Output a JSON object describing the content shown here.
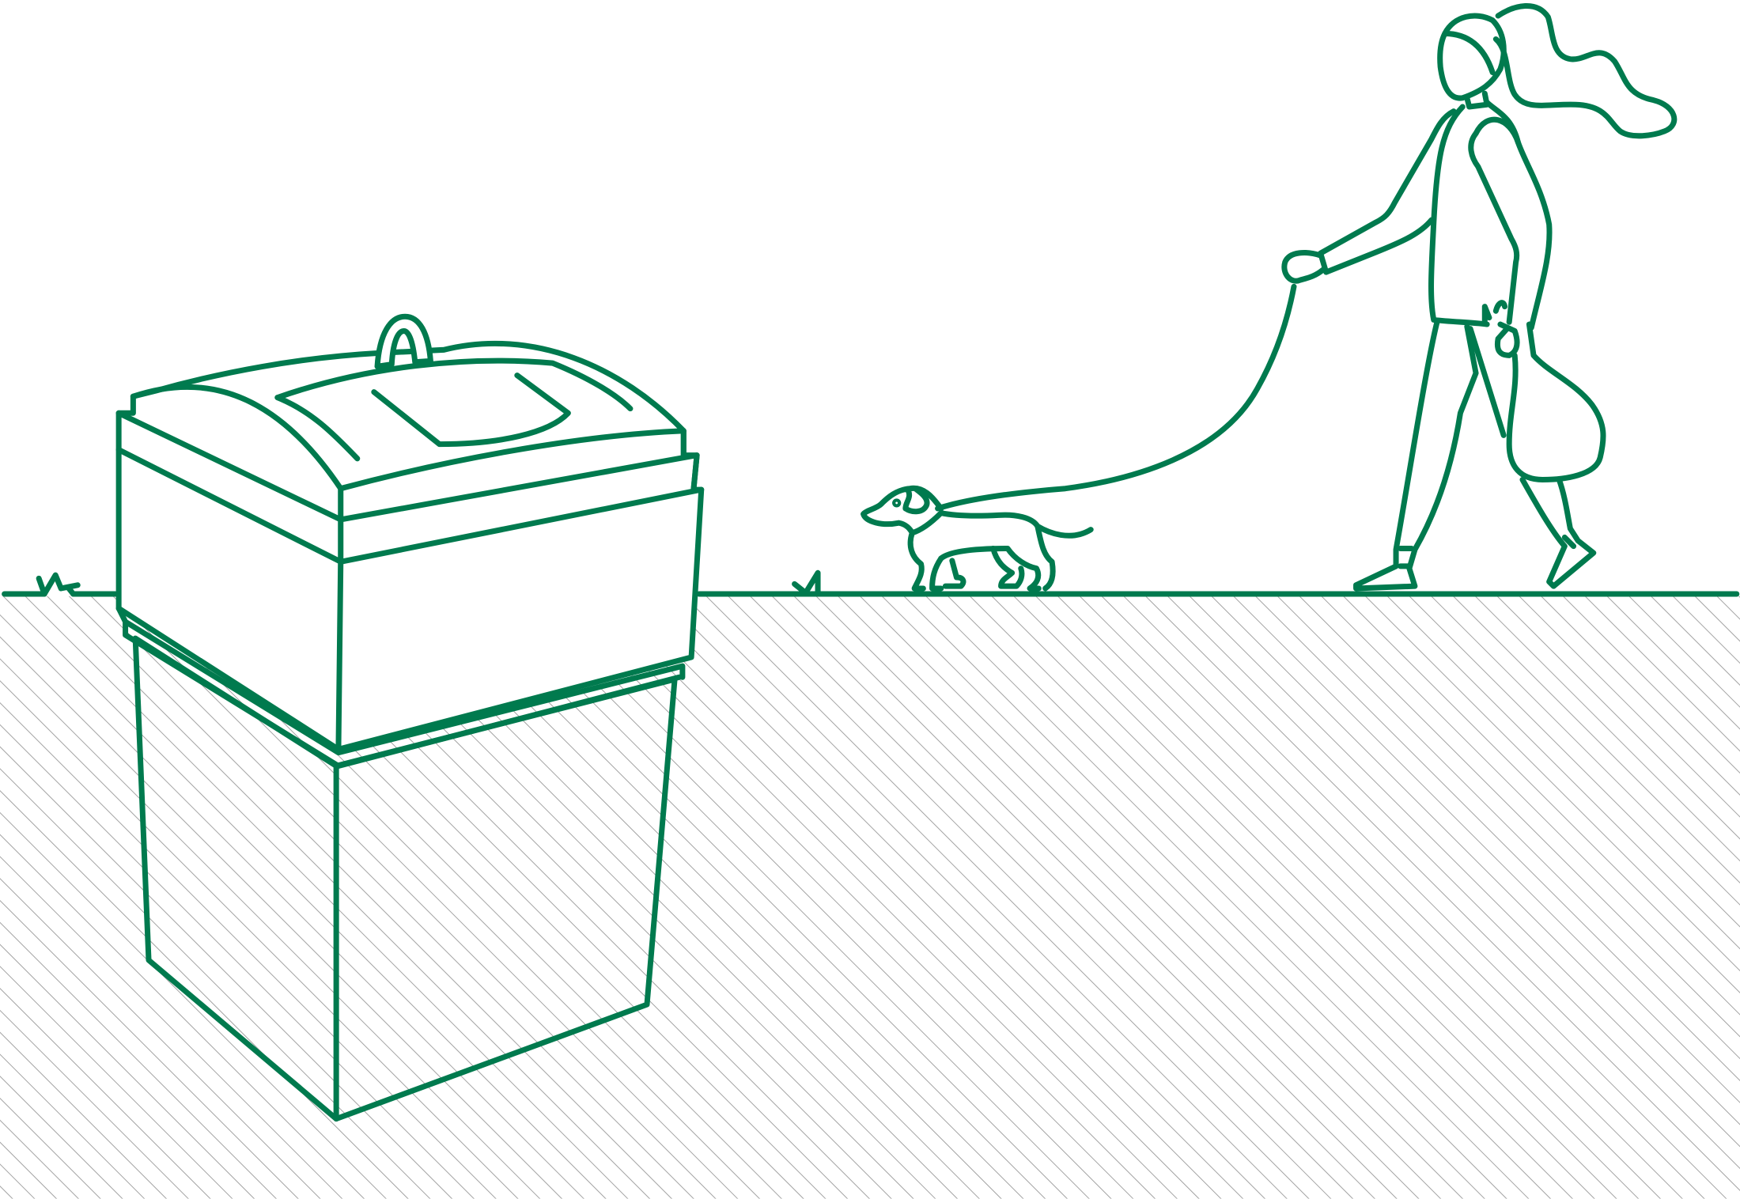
{
  "colors": {
    "line": "#007a4e",
    "hatch": "#9a9a9a",
    "background": "#ffffff"
  },
  "scene": {
    "subjects": [
      "underground-waste-container",
      "woman",
      "dog",
      "leash",
      "ground"
    ]
  }
}
